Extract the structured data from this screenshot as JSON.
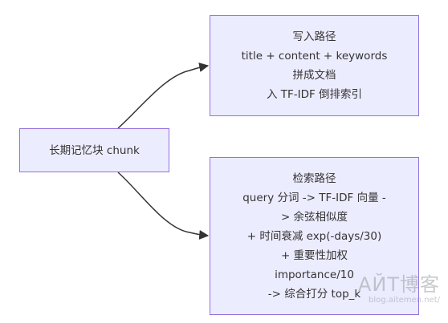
{
  "nodes": {
    "source": {
      "lines": [
        "长期记忆块 chunk"
      ]
    },
    "write_path": {
      "lines": [
        "写入路径",
        "title + content + keywords",
        "拼成文档",
        "入 TF-IDF 倒排索引"
      ]
    },
    "search_path": {
      "lines": [
        "检索路径",
        "query 分词 -> TF-IDF 向量 -",
        "> 余弦相似度",
        "+ 时间衰减 exp(-days/30)",
        "+ 重要性加权",
        "importance/10",
        "-> 综合打分 top_k"
      ]
    }
  },
  "watermark": {
    "main": "АЙТ博客",
    "sub": "blog.aitemen.net/"
  },
  "colors": {
    "node_fill": "#ECECFF",
    "node_border": "#9370DB",
    "edge": "#333333",
    "text": "#333333"
  }
}
